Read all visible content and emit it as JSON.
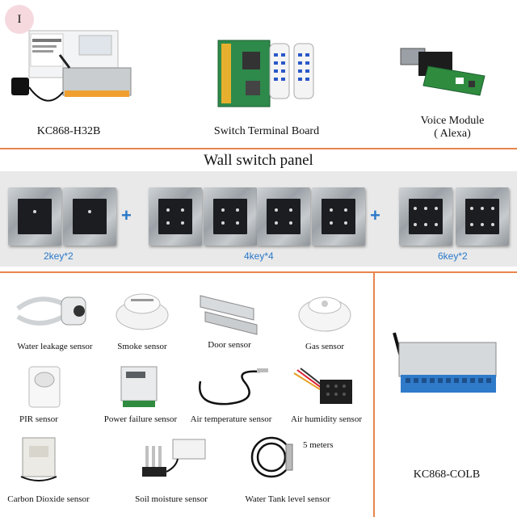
{
  "badge": "I",
  "top_products": [
    {
      "label": "KC868-H32B"
    },
    {
      "label": "Switch Terminal Board"
    },
    {
      "label_line1": "Voice Module",
      "label_line2": "( Alexa)"
    }
  ],
  "wall_panel": {
    "title": "Wall switch panel",
    "plus": "+",
    "groups": [
      {
        "label": "2key*2"
      },
      {
        "label": "4key*4"
      },
      {
        "label": "6key*2"
      }
    ]
  },
  "sensors": [
    {
      "label": "Water leakage sensor"
    },
    {
      "label": "Smoke sensor"
    },
    {
      "label": "Door sensor"
    },
    {
      "label": "Gas sensor"
    },
    {
      "label": "PIR sensor"
    },
    {
      "label": "Power failure sensor"
    },
    {
      "label": "Air temperature sensor"
    },
    {
      "label": "Air humidity sensor"
    },
    {
      "label": "Carbon Dioxide sensor"
    },
    {
      "label": "Soil moisture sensor"
    },
    {
      "label": "Water Tank level sensor"
    }
  ],
  "water_tank_note": "5 meters",
  "controller": {
    "label": "KC868-COLB"
  },
  "colors": {
    "divider": "#e8854d",
    "accent_blue": "#2a78c9",
    "band": "#e9e9e9"
  }
}
